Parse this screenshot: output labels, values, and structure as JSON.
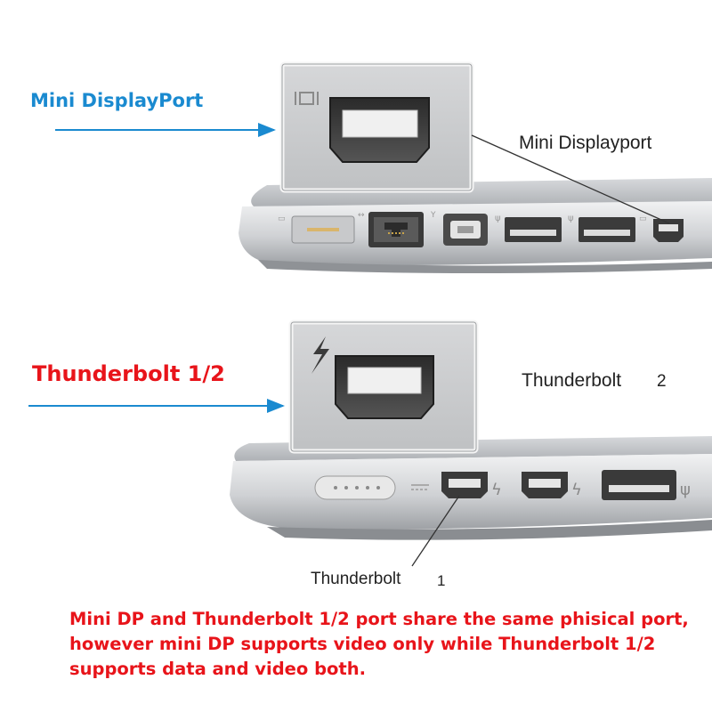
{
  "colors": {
    "mini_displayport_label": "#1a8ad0",
    "thunderbolt_label": "#e8141a",
    "note_text": "#e8141a",
    "arrow": "#1a8ad0"
  },
  "section_top": {
    "label": "Mini DisplayPort",
    "callout": "Mini Displayport",
    "inset_icon": "mini-displayport-symbol-icon"
  },
  "section_bottom": {
    "label": "Thunderbolt 1/2",
    "callout_2": "Thunderbolt",
    "callout_2_number": "2",
    "callout_1": "Thunderbolt",
    "callout_1_number": "1",
    "inset_icon": "lightning-bolt-icon"
  },
  "note": {
    "lines": [
      "Mini DP and Thunderbolt 1/2 port share the same phisical port,",
      "however mini DP supports video only while Thunderbolt 1/2",
      "supports data and video both."
    ]
  }
}
